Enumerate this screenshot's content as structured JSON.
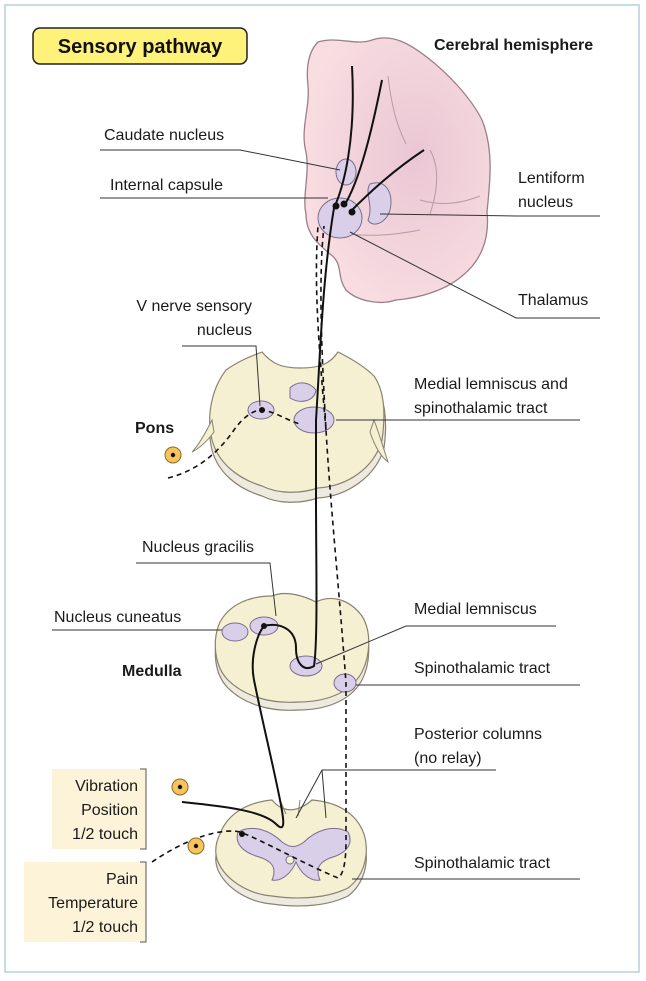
{
  "title": "Sensory pathway",
  "labels": {
    "cerebral_hemisphere": "Cerebral hemisphere",
    "caudate_nucleus": "Caudate nucleus",
    "internal_capsule": "Internal capsule",
    "lentiform_1": "Lentiform",
    "lentiform_2": "nucleus",
    "thalamus": "Thalamus",
    "v_nerve_1": "V nerve sensory",
    "v_nerve_2": "nucleus",
    "medial_lem_spino_1": "Medial lemniscus and",
    "medial_lem_spino_2": "spinothalamic tract",
    "pons": "Pons",
    "nucleus_gracilis": "Nucleus gracilis",
    "nucleus_cuneatus": "Nucleus cuneatus",
    "medial_lemniscus": "Medial lemniscus",
    "medulla": "Medulla",
    "spinothalamic_medulla": "Spinothalamic tract",
    "posterior_columns_1": "Posterior columns",
    "posterior_columns_2": "(no relay)",
    "spinothalamic_cord": "Spinothalamic tract"
  },
  "sensation_box_1": [
    "Vibration",
    "Position",
    "1/2 touch"
  ],
  "sensation_box_2": [
    "Pain",
    "Temperature",
    "1/2 touch"
  ],
  "colors": {
    "title_fill": "#fff27a",
    "brain_pink": "#f7d7dc",
    "nucleus_lilac": "#d9cfe8",
    "cord_cream": "#f6f0d2",
    "receptor_orange": "#f6c35e",
    "box_cream": "#fdf3d9"
  }
}
